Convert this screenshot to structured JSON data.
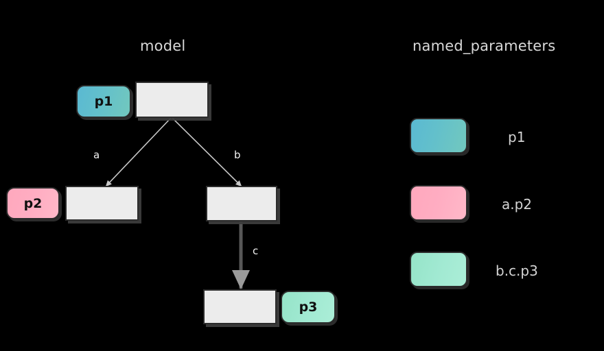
{
  "columns": {
    "model_title": "model",
    "named_parameters_title": "named_parameters"
  },
  "graph": {
    "nodes": [
      {
        "id": "root",
        "label": "",
        "badge": "p1"
      },
      {
        "id": "left",
        "label": "",
        "badge": "p2"
      },
      {
        "id": "right",
        "label": "",
        "badge": null
      },
      {
        "id": "leaf",
        "label": "",
        "badge": "p3"
      }
    ],
    "edges": [
      {
        "from": "root",
        "to": "left",
        "label": "a"
      },
      {
        "from": "root",
        "to": "right",
        "label": "b"
      },
      {
        "from": "right",
        "to": "leaf",
        "label": "c"
      }
    ],
    "badges": {
      "p1": "p1",
      "p2": "p2",
      "p3": "p3"
    }
  },
  "legend": {
    "entries": [
      {
        "swatch_color": "#63c0cb",
        "label": "p1"
      },
      {
        "swatch_color": "#ffadc2",
        "label": "a.p2"
      },
      {
        "swatch_color": "#a1e9d2",
        "label": "b.c.p3"
      }
    ]
  },
  "colors": {
    "background": "#000000",
    "box_fill": "#ececec",
    "box_border": "#2b2b2b",
    "edge_light": "#c9c9c9",
    "edge_dark": "#555555",
    "title_text": "#d9d9d9"
  }
}
